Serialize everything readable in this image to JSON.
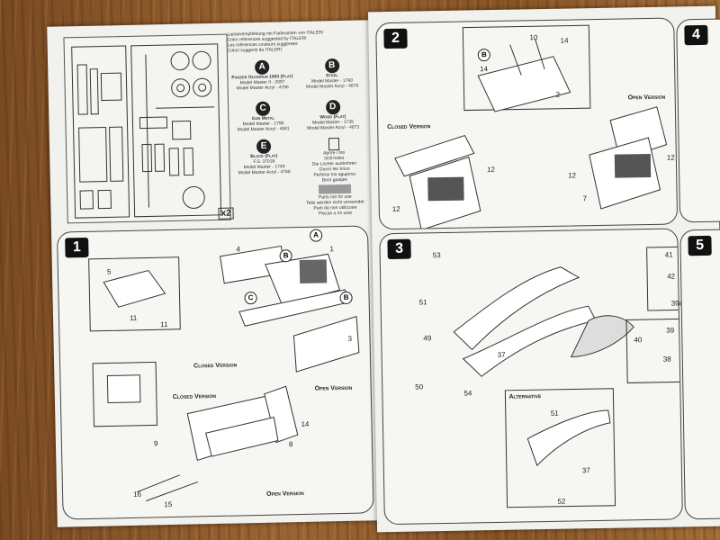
{
  "header_lines": [
    "Lackierempfehlung mit Farbnamen von ITALERI",
    "Color references suggested by ITALERI",
    "Les references couleurs suggerees",
    "Colori suggeriti da ITALERI"
  ],
  "x2_label": "x2",
  "paints": [
    {
      "code": "A",
      "name": "Panzer Olivgrun 1943 (Flat)",
      "lines": [
        "Model Master II - 2097",
        "Model Master Acryl - 4796"
      ]
    },
    {
      "code": "B",
      "name": "Steel",
      "lines": [
        "Model Master - 1780",
        "Model Master Acryl - 4679"
      ]
    },
    {
      "code": "C",
      "name": "Gun Metal",
      "lines": [
        "Model Master - 1795",
        "Model Master Acryl - 4681"
      ]
    },
    {
      "code": "D",
      "name": "Wood (Flat)",
      "lines": [
        "Model Master - 1735",
        "Model Master Acryl - 4673"
      ]
    },
    {
      "code": "E",
      "name": "Black (Flat)",
      "lines": [
        "F.S. 37038",
        "Model Master - 1749",
        "Model Master Acryl - 4768"
      ]
    }
  ],
  "drill_notes": [
    "Aprire i fori",
    "Drill holes",
    "Die Locher ausbohren",
    "Ouvrir les trous",
    "Perforar los agujeros",
    "Boor gaatjes"
  ],
  "not_used_notes": [
    "Parts not for use",
    "Teile werden nicht verwendet",
    "Parti da non utilizzare",
    "Piezas a no usar"
  ],
  "steps": {
    "s1": {
      "no": "1",
      "labels": {
        "closed_a": "Closed Version",
        "closed_b": "Closed Version",
        "open_a": "Open Version",
        "open_b": "Open Version"
      },
      "nums": [
        "5",
        "11",
        "11",
        "4",
        "1",
        "3",
        "9",
        "16",
        "15",
        "14",
        "8"
      ]
    },
    "s2": {
      "no": "2",
      "labels": {
        "closed": "Closed Version",
        "open": "Open Version"
      },
      "nums": [
        "10",
        "14",
        "14",
        "2",
        "12",
        "12",
        "12",
        "12",
        "7"
      ]
    },
    "s3": {
      "no": "3",
      "labels": {
        "alt": "Alternative"
      },
      "nums": [
        "53",
        "51",
        "49",
        "37",
        "50",
        "54",
        "41",
        "42",
        "39a",
        "40",
        "39",
        "38",
        "51",
        "37",
        "52"
      ]
    },
    "s4": {
      "no": "4"
    },
    "s5": {
      "no": "5"
    }
  }
}
